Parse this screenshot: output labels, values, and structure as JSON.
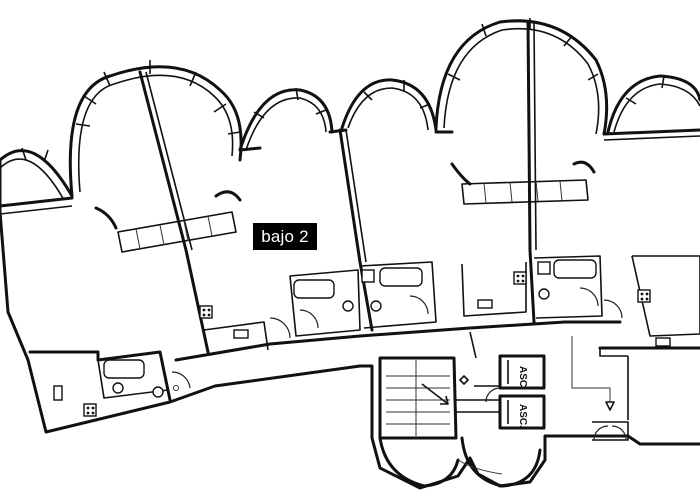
{
  "floor_label": "bajo 2",
  "elevators": [
    {
      "label": "ASC."
    },
    {
      "label": "ASC."
    }
  ],
  "line_color": "#111111",
  "background": "#ffffff"
}
